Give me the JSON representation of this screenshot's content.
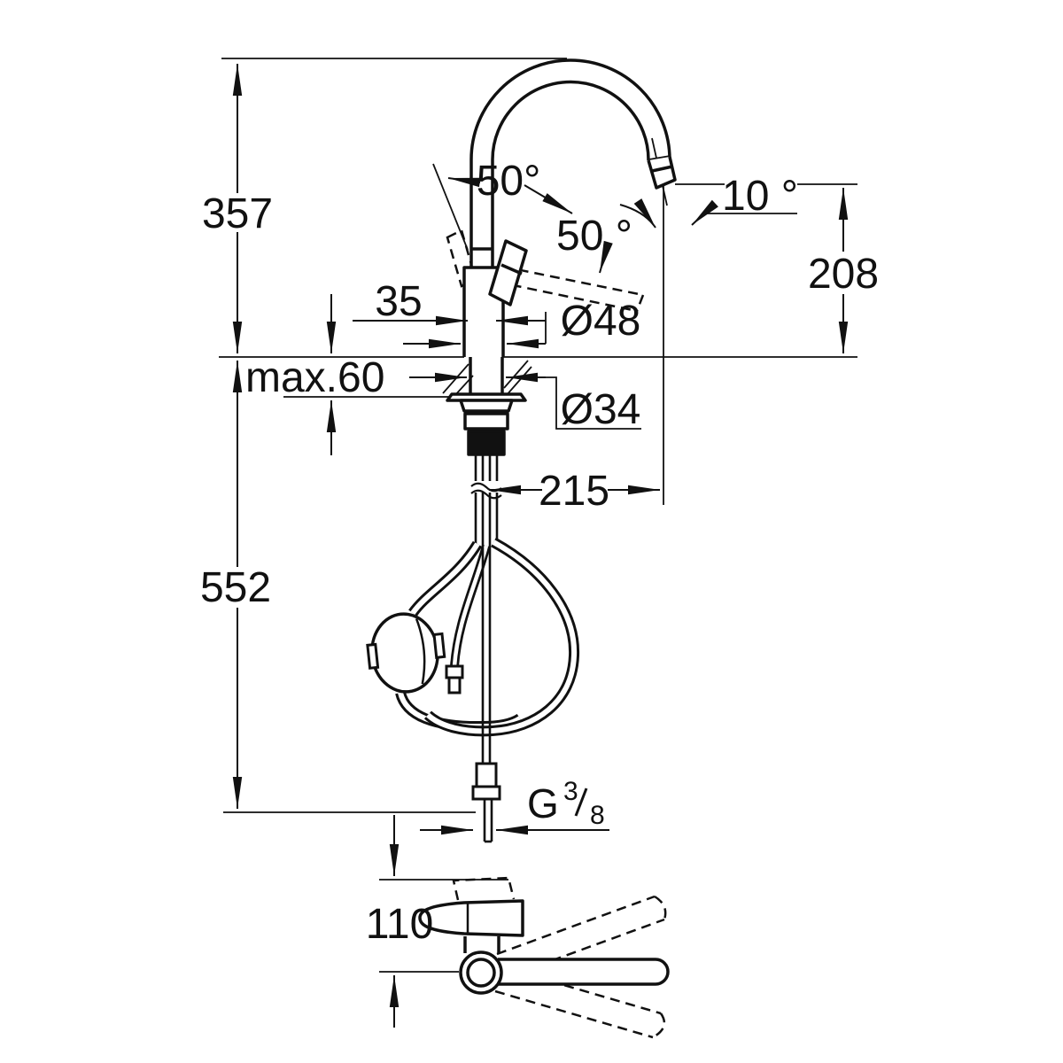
{
  "drawing": {
    "kind": "faucet-technical-dimension-drawing",
    "line_color": "#111111",
    "background": "#ffffff",
    "dimensions": {
      "height_above_counter": "357",
      "swivel_left": "50°",
      "swivel_right": "50 °",
      "spout_tip_angle": "10 °",
      "outlet_height": "208",
      "pipe_width": "35",
      "body_diameter": "Ø48",
      "counter_thickness": "max.60",
      "hole_diameter": "Ø34",
      "spout_reach": "215",
      "height_below_counter": "552",
      "top_view_offset": "110",
      "thread": {
        "prefix": "G",
        "numerator": "3",
        "slash": "/",
        "denominator": "8"
      }
    }
  }
}
